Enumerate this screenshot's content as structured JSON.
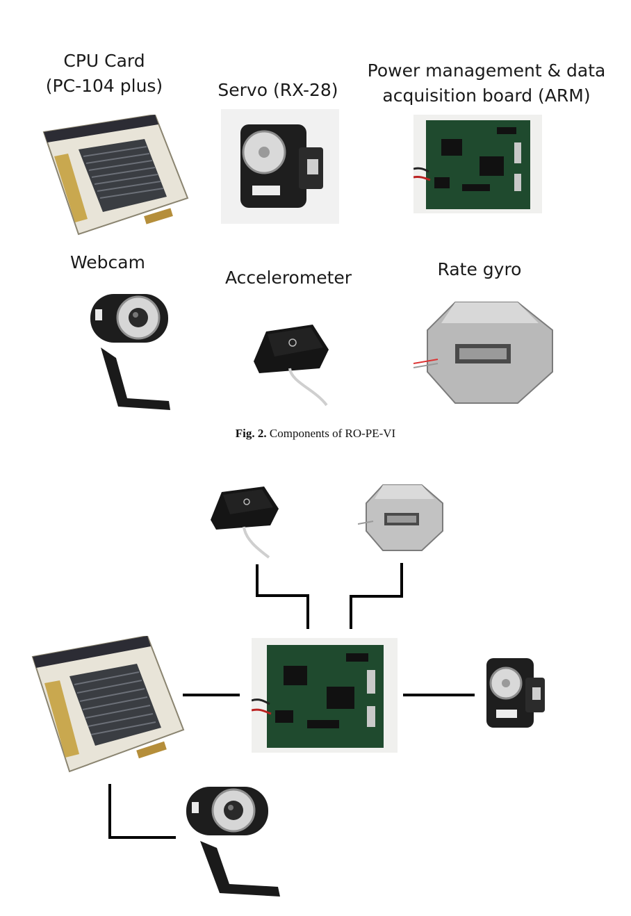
{
  "labels": {
    "cpu_line1": "CPU Card",
    "cpu_line2": "(PC-104 plus)",
    "servo": "Servo (RX-28)",
    "board_line1": "Power management & data",
    "board_line2": "acquisition board (ARM)",
    "webcam": "Webcam",
    "accelerometer": "Accelerometer",
    "gyro": "Rate gyro"
  },
  "caption": {
    "label": "Fig. 2.",
    "text": " Components of RO-PE-VI"
  }
}
